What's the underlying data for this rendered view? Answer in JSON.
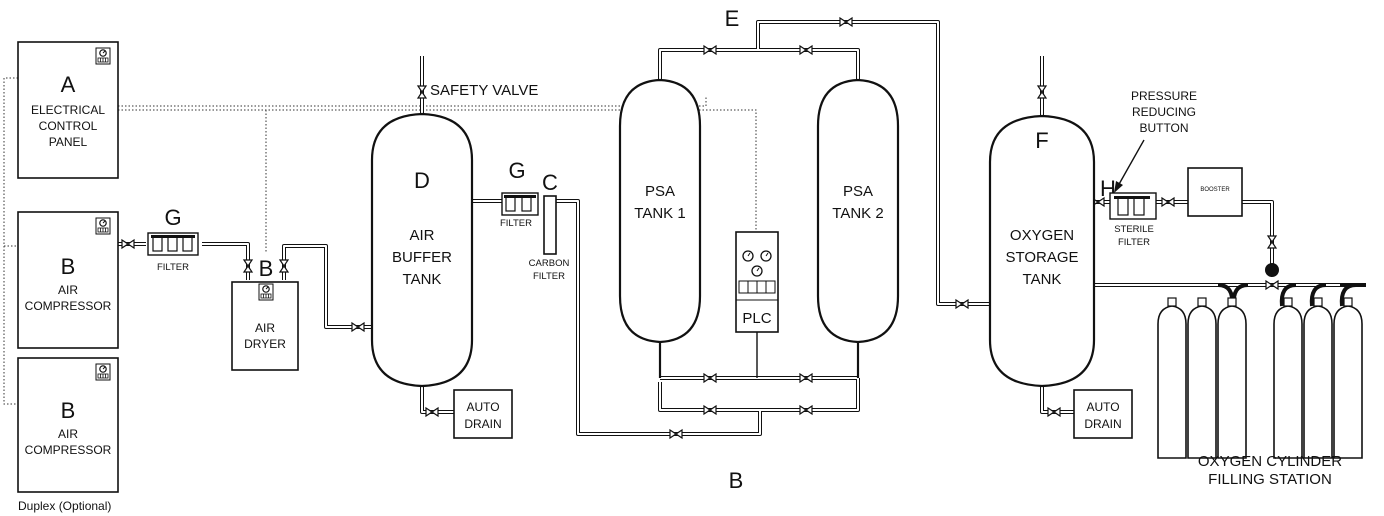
{
  "panel": {
    "letter": "A",
    "line1": "ELECTRICAL",
    "line2": "CONTROL",
    "line3": "PANEL"
  },
  "compressor1": {
    "letter": "B",
    "line1": "AIR",
    "line2": "COMPRESSOR"
  },
  "compressor2": {
    "letter": "B",
    "line1": "AIR",
    "line2": "COMPRESSOR"
  },
  "duplex_note": "Duplex (Optional)",
  "filter1": {
    "letter": "G",
    "label": "FILTER"
  },
  "dryer": {
    "letter": "B",
    "line1": "AIR",
    "line2": "DRYER"
  },
  "safety_valve": "SAFETY VALVE",
  "buffer_tank": {
    "letter": "D",
    "line1": "AIR",
    "line2": "BUFFER",
    "line3": "TANK"
  },
  "auto_drain1": {
    "line1": "AUTO",
    "line2": "DRAIN"
  },
  "filter2": {
    "letter": "G",
    "label": "FILTER"
  },
  "carbon_filter": {
    "letter": "C",
    "line1": "CARBON",
    "line2": "FILTER"
  },
  "psa1": {
    "line1": "PSA",
    "line2": "TANK 1"
  },
  "psa2": {
    "line1": "PSA",
    "line2": "TANK 2"
  },
  "plc": {
    "label": "PLC"
  },
  "letter_e": "E",
  "letter_b_bottom": "B",
  "oxygen_tank": {
    "letter": "F",
    "line1": "OXYGEN",
    "line2": "STORAGE",
    "line3": "TANK"
  },
  "auto_drain2": {
    "line1": "AUTO",
    "line2": "DRAIN"
  },
  "pressure_button": {
    "line1": "PRESSURE",
    "line2": "REDUCING",
    "line3": "BUTTON"
  },
  "sterile_filter": {
    "letter": "H",
    "line1": "STERILE",
    "line2": "FILTER"
  },
  "booster": "BOOSTER",
  "filling_station": {
    "line1": "OXYGEN CYLINDER",
    "line2": "FILLING STATION"
  }
}
